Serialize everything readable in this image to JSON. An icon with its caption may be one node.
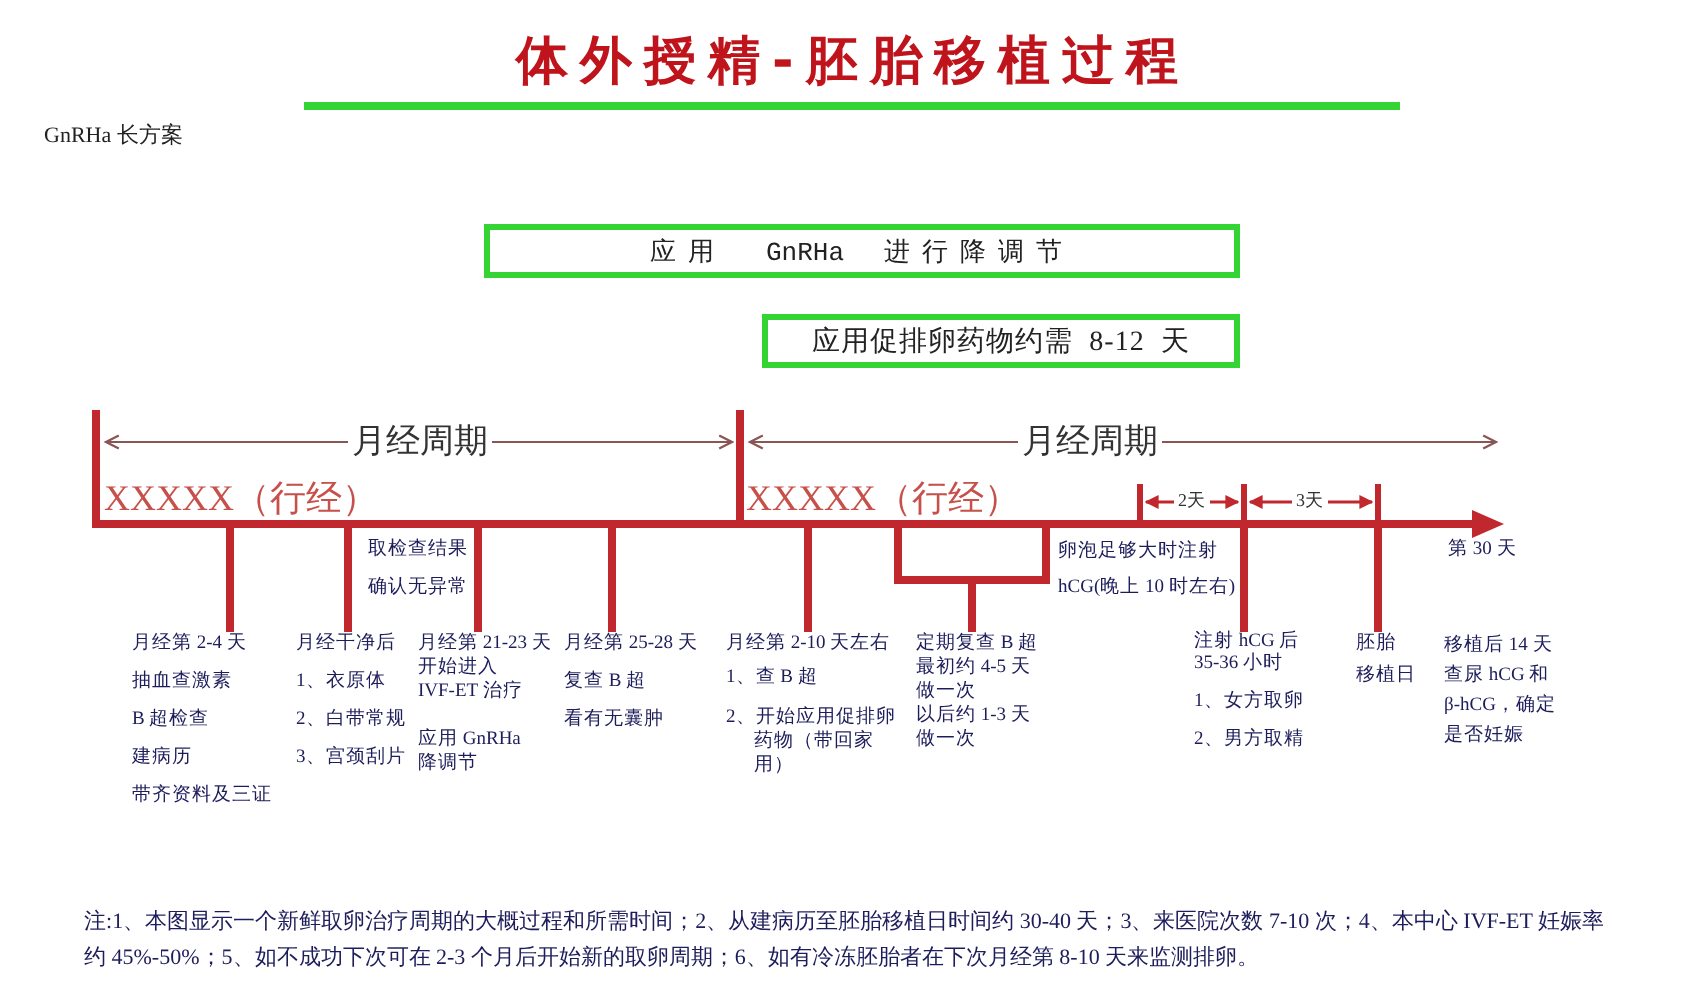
{
  "diagram": {
    "title": "体外授精-胚胎移植过程",
    "caption": "注:1、本图显示一个新鲜取卵治疗周期的大概过程和所需时间；2、从建病历至胚胎移植日时间约 30-40 天；3、来医院次数 7-10 次；4、本中心 IVF-ET 妊娠率约 45%-50%；5、如不成功下次可在 2-3 个月后开始新的取卵周期；6、如有冷冻胚胎者在下次月经第 8-10 天来监测排卵。",
    "nodes": [
      {
        "text": [
          "应用 GnRHa 进行降调节"
        ]
      },
      {
        "text": [
          "应用促排卵药物约需 8-12 天"
        ]
      },
      {
        "text": [],
        "shape": "bar"
      },
      {
        "text": [
          "月经第 2-4 天",
          "抽血查激素",
          "B 超检查",
          "建病历",
          "带齐资料及三证"
        ]
      },
      {
        "text": [
          "月经干净后",
          "1、衣原体",
          "2、白带常规",
          "3、宫颈刮片"
        ]
      },
      {
        "text": [
          "月经第 21-23 天",
          "开始进入 IVF-ET 治疗",
          "应用 GnRHa 降调节"
        ]
      },
      {
        "text": [
          "月经第 25-28 天",
          "复查 B 超",
          "看有无囊肿"
        ]
      },
      {
        "text": [
          "月经第 2-10 天左右",
          "1、查 B 超",
          "2、开始应用促排卵药物（带回家用）"
        ]
      },
      {
        "text": [],
        "shape": "box"
      },
      {
        "text": [
          "定期复查 B 超",
          "最初约 4-5 天做一次",
          "以后约 1-3 天做一次"
        ]
      },
      {
        "text": [
          "注射 hCG 后 35-36 小时",
          "1、女方取卵",
          "2、男方取精"
        ]
      },
      {
        "text": [
          "胚胎",
          "移植日"
        ]
      }
    ],
    "edges": [
      {
        "from": 2,
        "to": 3,
        "arrow": "none"
      },
      {
        "from": 2,
        "to": 4,
        "arrow": "none"
      },
      {
        "from": 2,
        "to": 5,
        "arrow": "none"
      },
      {
        "from": 2,
        "to": 6,
        "arrow": "none"
      },
      {
        "from": 2,
        "to": 7,
        "arrow": "none"
      },
      {
        "from": 8,
        "to": 9,
        "arrow": "none"
      },
      {
        "from": 2,
        "to": 10,
        "arrow": "none"
      },
      {
        "from": 2,
        "to": 11,
        "arrow": "none"
      }
    ],
    "labels": [
      "GnRHa 长方案",
      "月经周期",
      "月经周期",
      "XXXXX（行经）",
      "XXXXX（行经）",
      "2天",
      "3天",
      "取检查结果",
      "确认无异常",
      "卵泡足够大时注射 hCG(晚上 10 时左右)",
      "第 30 天",
      "移植后 14 天查尿 hCG 和 β-hCG，确定是否妊娠"
    ]
  }
}
